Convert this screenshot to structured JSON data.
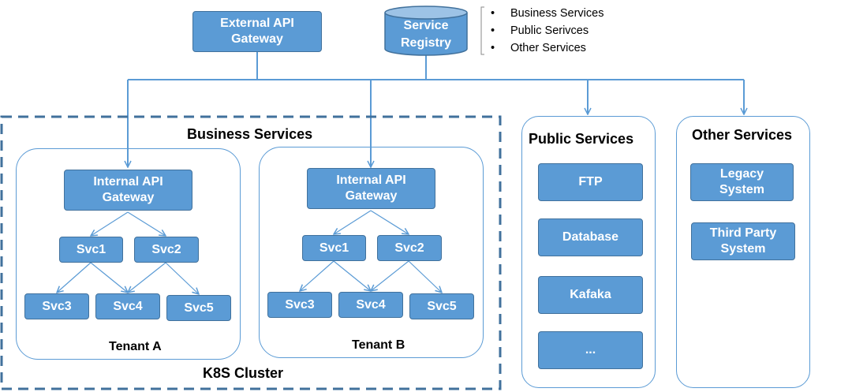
{
  "top": {
    "external_gateway": "External API Gateway",
    "service_registry": "Service Registry",
    "registry_list": [
      "Business Services",
      "Public Serivces",
      "Other Services"
    ]
  },
  "business": {
    "title": "Business Services",
    "cluster_label": "K8S Cluster",
    "tenants": [
      {
        "name": "Tenant A",
        "gateway": "Internal API Gateway",
        "services": [
          "Svc1",
          "Svc2",
          "Svc3",
          "Svc4",
          "Svc5"
        ]
      },
      {
        "name": "Tenant B",
        "gateway": "Internal API Gateway",
        "services": [
          "Svc1",
          "Svc2",
          "Svc3",
          "Svc4",
          "Svc5"
        ]
      }
    ]
  },
  "public": {
    "title": "Public Services",
    "items": [
      "FTP",
      "Database",
      "Kafaka",
      "..."
    ]
  },
  "other": {
    "title": "Other Services",
    "items": [
      "Legacy System",
      "Third Party System"
    ]
  },
  "colors": {
    "box_fill": "#5b9bd5",
    "box_border": "#41719c",
    "line": "#5b9bd5",
    "dashed_border": "#41719c"
  }
}
